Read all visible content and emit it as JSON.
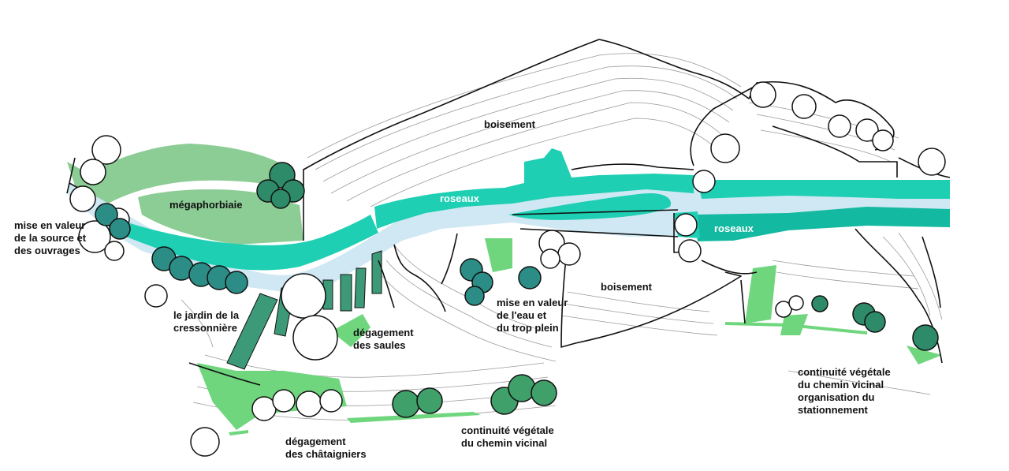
{
  "colors": {
    "water": "#cfe8f3",
    "reeds": "#1ecfb3",
    "reeds_dark": "#13b9a0",
    "meadow": "#8ccc95",
    "meadow_bright": "#6fd67e",
    "tree_dark": "#2e8b6a",
    "tree_green": "#3fa06a",
    "tree_teal": "#2b8d85",
    "outline": "#111111",
    "contour": "#9a9a9a"
  },
  "labels": {
    "boisement_top": "boisement",
    "roseaux_left": "roseaux",
    "roseaux_right": "roseaux",
    "megaphorbiaie": "mégaphorbiaie",
    "source": [
      "mise en valeur",
      "de la source et",
      "des ouvrages"
    ],
    "cressonniere": [
      "le jardin de la",
      "cressonnière"
    ],
    "saules": [
      "dégagement",
      "des saules"
    ],
    "eau_trop_plein": [
      "mise en valeur",
      "de l'eau et",
      "du trop plein"
    ],
    "boisement_mid": "boisement",
    "chataigniers": [
      "dégagement",
      "des châtaigniers"
    ],
    "chemin_center": [
      "continuité végétale",
      "du chemin vicinal"
    ],
    "chemin_right": [
      "continuité végétale",
      "du chemin vicinal",
      "organisation du",
      "stationnement"
    ]
  }
}
